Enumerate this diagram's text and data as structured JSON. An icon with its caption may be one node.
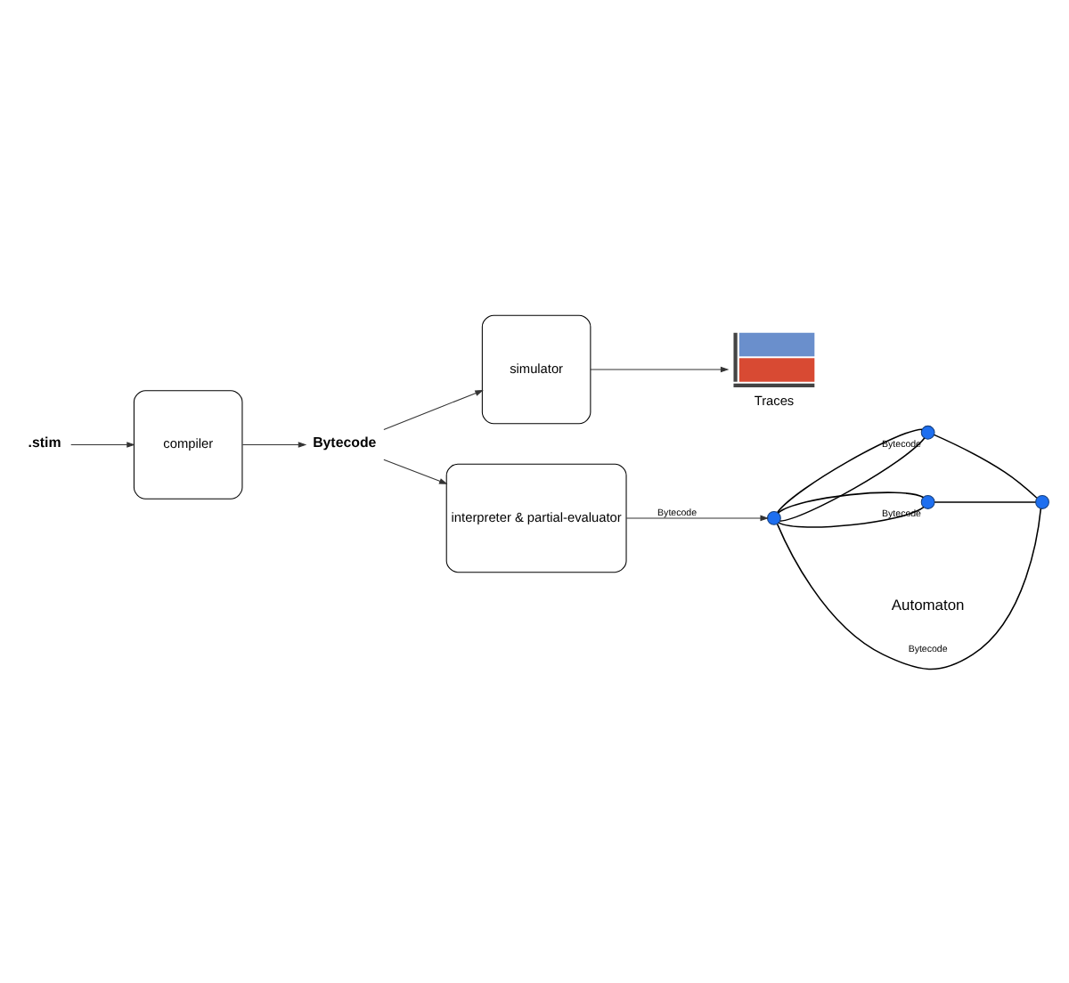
{
  "diagram": {
    "nodes": [
      {
        "text": [
          ".stim"
        ]
      },
      {
        "text": [
          "compiler"
        ]
      },
      {
        "text": [
          "Bytecode"
        ]
      },
      {
        "text": [
          "simulator"
        ]
      },
      {
        "text": [
          "interpreter & partial-evaluator"
        ]
      },
      {
        "text": [],
        "shape": "picture",
        "beside": [
          "Traces"
        ]
      },
      {
        "text": [],
        "shape": "circle"
      },
      {
        "text": [],
        "shape": "circle",
        "beside": [
          "Bytecode"
        ]
      },
      {
        "text": [],
        "shape": "circle",
        "beside": [
          "Bytecode"
        ]
      },
      {
        "text": [],
        "shape": "circle"
      }
    ],
    "edges": [
      {
        "from": 0,
        "to": 1,
        "arrow": "to"
      },
      {
        "from": 1,
        "to": 2,
        "arrow": "to"
      },
      {
        "from": 2,
        "to": 3,
        "arrow": "to"
      },
      {
        "from": 2,
        "to": 4,
        "arrow": "to"
      },
      {
        "from": 3,
        "to": 5,
        "arrow": "to"
      },
      {
        "from": 4,
        "to": 6,
        "arrow": "to",
        "label": "Bytecode"
      },
      {
        "from": 6,
        "to": 7,
        "arrow": "none"
      },
      {
        "from": 6,
        "to": 7,
        "arrow": "none"
      },
      {
        "from": 6,
        "to": 8,
        "arrow": "none"
      },
      {
        "from": 6,
        "to": 8,
        "arrow": "none"
      },
      {
        "from": 6,
        "to": 9,
        "arrow": "none",
        "label": "Bytecode"
      },
      {
        "from": 7,
        "to": 9,
        "arrow": "none"
      },
      {
        "from": 8,
        "to": 9,
        "arrow": "none"
      }
    ],
    "labels": [
      "Automaton"
    ]
  }
}
